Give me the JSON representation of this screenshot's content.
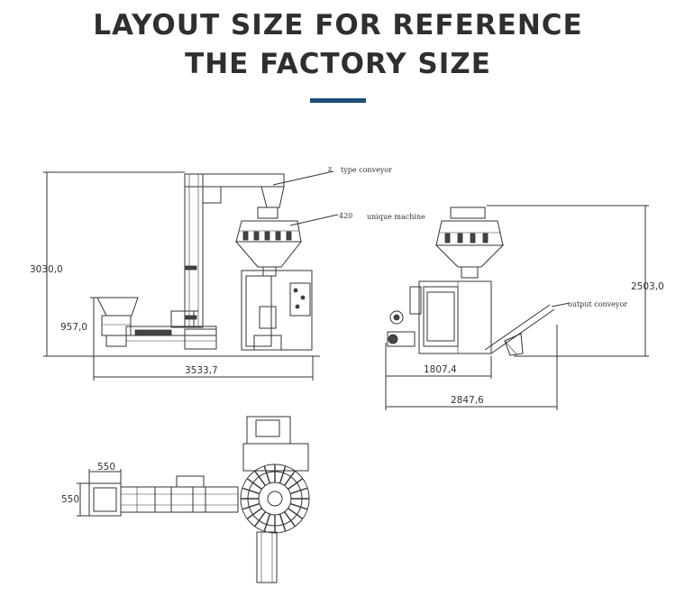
{
  "header": {
    "line1": "LAYOUT SIZE FOR REFERENCE",
    "line2": "THE FACTORY SIZE",
    "accent_color": "#1f4e79"
  },
  "diagram": {
    "front_view": {
      "height_total": "3030,0",
      "height_hopper": "957,0",
      "width_total": "3533,7",
      "label_conveyor": "type conveyor",
      "label_conveyor_prefix": "z",
      "label_machine": "unique machine",
      "label_machine_prefix": "420"
    },
    "side_view": {
      "height_total": "2503,0",
      "width_body": "1807,4",
      "width_total": "2847,6",
      "label_output": "output conveyor"
    },
    "top_view": {
      "dim_width": "550",
      "dim_height": "550"
    }
  }
}
